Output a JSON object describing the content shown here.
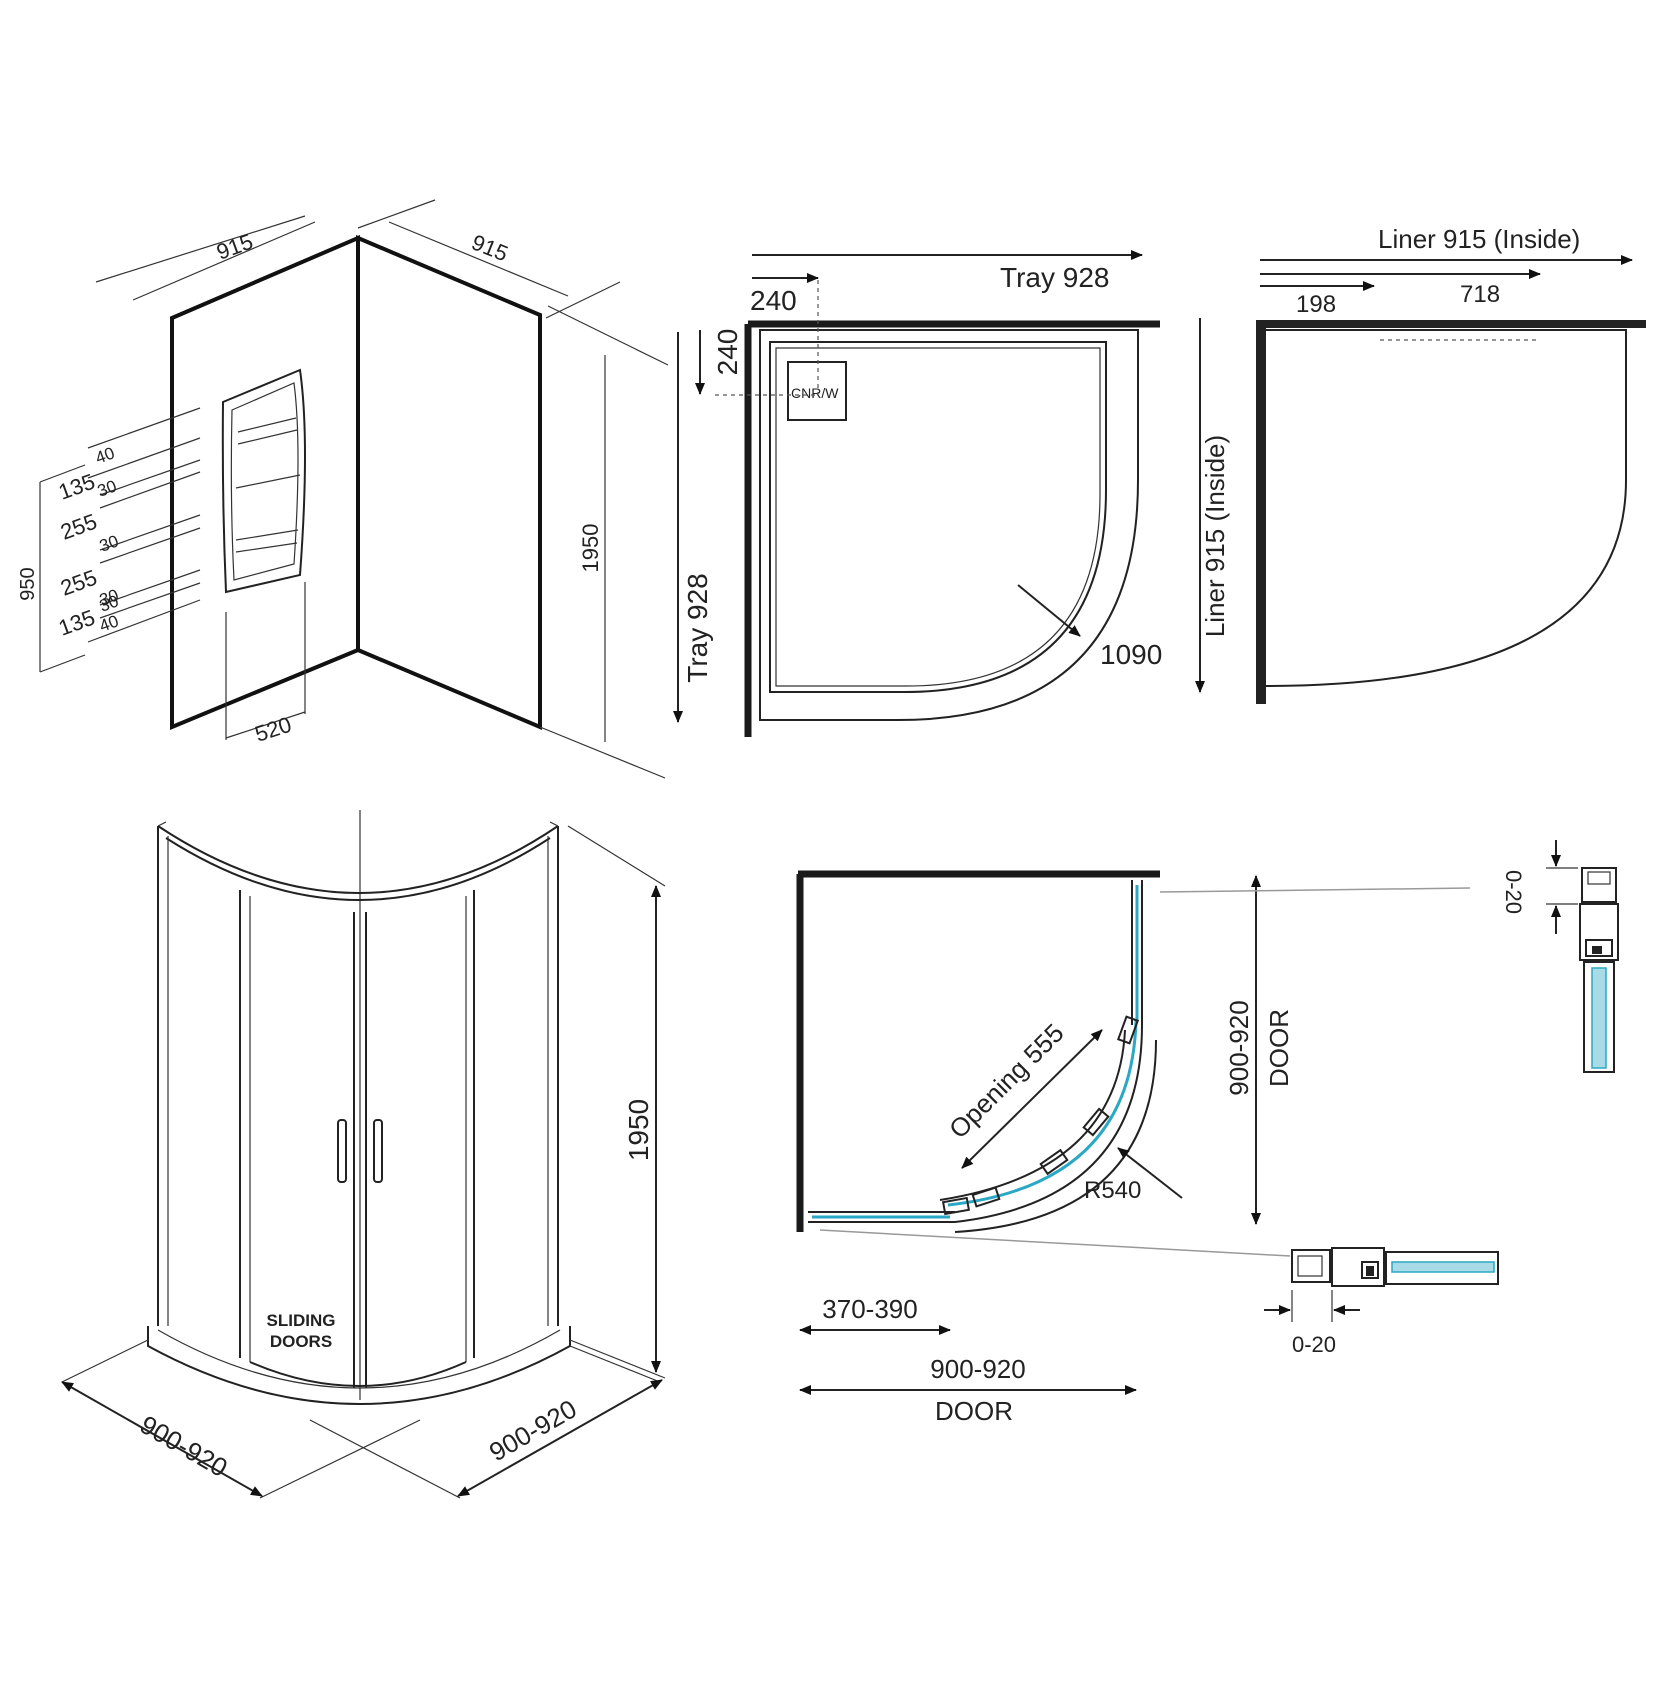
{
  "panel_view": {
    "width_left": "915",
    "width_right": "915",
    "height": "1950",
    "shelf_zone": "950",
    "shelf_dims": [
      "40",
      "135",
      "30",
      "30",
      "255",
      "30",
      "255",
      "30",
      "135",
      "40"
    ],
    "shelf_width": "520"
  },
  "tray_view": {
    "tray_width": "Tray 928",
    "tray_depth": "Tray 928",
    "waste_offset_x": "240",
    "waste_offset_y": "240",
    "waste_label": "CNR/W",
    "diagonal": "1090"
  },
  "liner_view": {
    "liner_width": "Liner 915 (Inside)",
    "liner_depth": "Liner 915 (Inside)",
    "split_a": "198",
    "split_b": "718"
  },
  "enclosure_view": {
    "door_label_line1": "SLIDING",
    "door_label_line2": "DOORS",
    "height": "1950",
    "width_left": "900-920",
    "width_right": "900-920"
  },
  "plan_view": {
    "opening": "Opening 555",
    "radius": "R540",
    "side_door_range": "900-920",
    "side_door_label": "DOOR",
    "bottom_door_range": "900-920",
    "bottom_door_label": "DOOR",
    "offset_range": "370-390",
    "adjust_vertical": "0-20",
    "adjust_horizontal": "0-20"
  },
  "colors": {
    "line": "#222222",
    "glass": "#2aa8c4",
    "glass_fill": "#a8dbe6"
  }
}
